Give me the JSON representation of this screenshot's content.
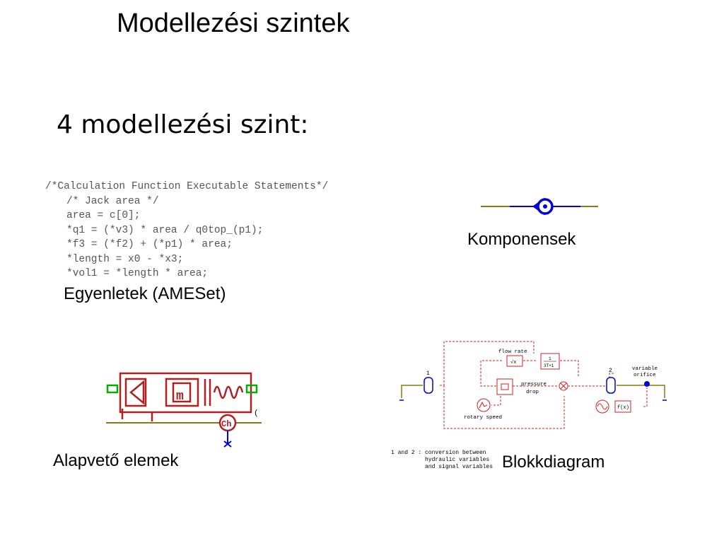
{
  "slide": {
    "title": "Modellezési szintek",
    "subtitle": "4 modellezési szint:"
  },
  "code": {
    "lines": [
      "/*Calculation Function Executable Statements*/",
      "/* Jack area */",
      "area = c[0];",
      "*q1 = (*v3) * area / q0top_(p1);",
      "*f3 = (*f2) + (*p1) * area;",
      "*length = x0 - *x3;",
      "*vol1 = *length * area;"
    ]
  },
  "captions": {
    "equations": "Egyenletek (AMESet)",
    "components": "Komponensek",
    "basic_elements": "Alapvető elemek",
    "block_diagram": "Blokkdiagram"
  },
  "basic_diagram": {
    "mass_label": "m",
    "ch_label": "Ch",
    "edge_glyph": "("
  },
  "block_diagram": {
    "port1_label": "1",
    "port2_label": "2",
    "flow_rate": "flow rate",
    "pressure": "pressure",
    "drop": "drop",
    "rotary_speed": "rotary speed",
    "variable": "variable",
    "orifice": "orifice",
    "block_sqrt": "√x",
    "tf_num": "1",
    "tf_den": "3T+1",
    "fx": "f(x)",
    "note_lines": [
      "1 and 2 : conversion between",
      "          hydraulic variables",
      "          and signal variables"
    ]
  },
  "colors": {
    "hydraulic_blue": "#0000e0",
    "line_olive": "#8a7a10",
    "signal_red": "#d02020",
    "element_red": "#b02020",
    "port_green": "#00b000"
  }
}
